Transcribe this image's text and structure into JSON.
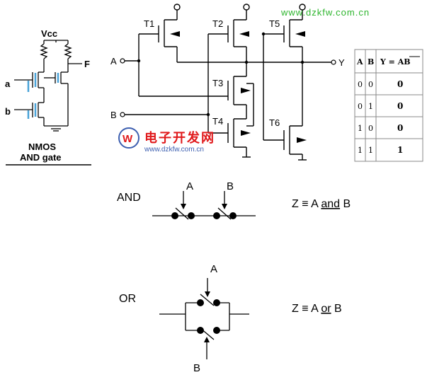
{
  "nmos": {
    "vcc": "Vcc",
    "a": "a",
    "b": "b",
    "f": "F",
    "caption1": "NMOS",
    "caption2": "AND gate"
  },
  "cmos": {
    "t1": "T1",
    "t2": "T2",
    "t3": "T3",
    "t4": "T4",
    "t5": "T5",
    "t6": "T6",
    "in_a": "A",
    "in_b": "B",
    "out_y": "Y"
  },
  "watermark": {
    "url_top": "www.dzkfw.com.cn",
    "brand": "电子开发网",
    "url_mid": "www.dzkfw.com.cn"
  },
  "truth_table": {
    "headers": [
      "A",
      "B",
      "Y = AB"
    ],
    "rows": [
      [
        "0",
        "0",
        "0"
      ],
      [
        "0",
        "1",
        "0"
      ],
      [
        "1",
        "0",
        "0"
      ],
      [
        "1",
        "1",
        "1"
      ]
    ]
  },
  "and_switch": {
    "label": "AND",
    "a": "A",
    "b": "B",
    "eq_prefix": "Z ≡  A ",
    "eq_op": "and",
    "eq_suffix": " B"
  },
  "or_switch": {
    "label": "OR",
    "a": "A",
    "b": "B",
    "eq_prefix": "Z ≡  A ",
    "eq_op": "or",
    "eq_suffix": " B"
  },
  "colors": {
    "channel": "#4aa3d8",
    "watermark_green": "#2db52d",
    "watermark_red": "#e0191b",
    "watermark_blue": "#3d5fb0"
  }
}
